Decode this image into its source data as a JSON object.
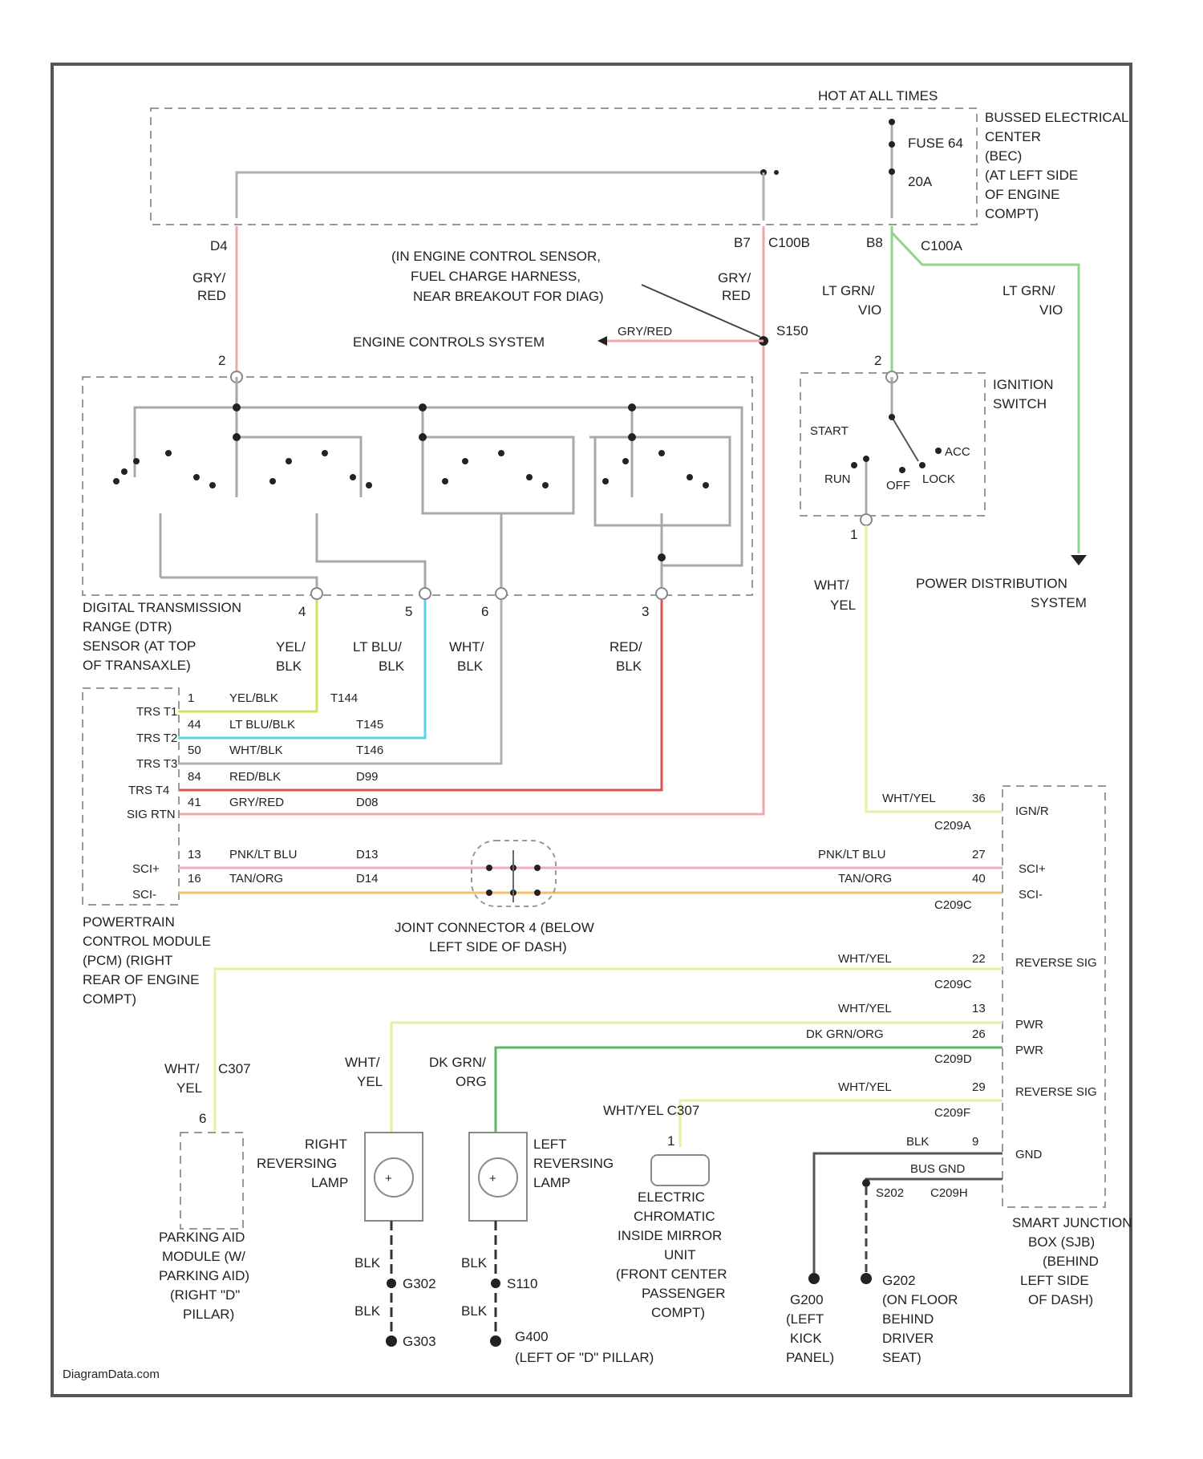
{
  "diagram": {
    "top_note": "HOT AT ALL TIMES",
    "bec_label": [
      "BUSSED ELECTRICAL",
      "CENTER",
      "(BEC)",
      "(AT LEFT SIDE",
      "OF ENGINE",
      "COMPT)"
    ],
    "fuse": "FUSE 64",
    "fuse_amp": "20A",
    "pins": {
      "d4": "D4",
      "b7": "B7",
      "b8": "B8",
      "c100b": "C100B",
      "c100a": "C100A",
      "s150": "S150"
    },
    "splice_note": [
      "(IN ENGINE CONTROL SENSOR,",
      "FUEL CHARGE HARNESS,",
      "NEAR BREAKOUT FOR DIAG)"
    ],
    "engine_controls": "ENGINE CONTROLS SYSTEM",
    "ign_switch": [
      "IGNITION",
      "SWITCH"
    ],
    "ign_positions": [
      "START",
      "RUN",
      "OFF",
      "LOCK",
      "ACC"
    ],
    "power_dist": [
      "POWER DISTRIBUTION",
      "SYSTEM"
    ],
    "dtr_label": [
      "DIGITAL TRANSMISSION",
      "RANGE (DTR)",
      "SENSOR (AT TOP",
      "OF TRANSAXLE)"
    ],
    "pcm_label": [
      "POWERTRAIN",
      "CONTROL MODULE",
      "(PCM) (RIGHT",
      "REAR OF ENGINE",
      "COMPT)"
    ],
    "pcm_pins": [
      {
        "name": "TRS T1",
        "pin": "1",
        "wire": "YEL/BLK",
        "circuit": "T144"
      },
      {
        "name": "TRS T2",
        "pin": "44",
        "wire": "LT BLU/BLK",
        "circuit": "T145"
      },
      {
        "name": "TRS T3",
        "pin": "50",
        "wire": "WHT/BLK",
        "circuit": "T146"
      },
      {
        "name": "TRS T4",
        "pin": "84",
        "wire": "RED/BLK",
        "circuit": "D99"
      },
      {
        "name": "SIG RTN",
        "pin": "41",
        "wire": "GRY/RED",
        "circuit": "D08"
      }
    ],
    "sci": [
      {
        "name": "SCI+",
        "pin": "13",
        "wire": "PNK/LT BLU",
        "circuit": "D13",
        "jpin": "27"
      },
      {
        "name": "SCI-",
        "pin": "16",
        "wire": "TAN/ORG",
        "circuit": "D14",
        "jpin": "40"
      }
    ],
    "joint_label": [
      "JOINT CONNECTOR 4 (BELOW",
      "LEFT SIDE OF DASH)"
    ],
    "wire_labels": {
      "gry_red": [
        "GRY/",
        "RED"
      ],
      "lt_grn_vio": [
        "LT GRN/",
        "VIO"
      ],
      "wht_yel": [
        "WHT/",
        "YEL"
      ],
      "yel_blk": [
        "YEL/",
        "BLK"
      ],
      "lt_blu_blk": [
        "LT BLU/",
        "BLK"
      ],
      "wht_blk": [
        "WHT/",
        "BLK"
      ],
      "red_blk": [
        "RED/",
        "BLK"
      ],
      "dk_grn_org": [
        "DK GRN/",
        "ORG"
      ],
      "gry_red_inline": "GRY/RED",
      "blk": "BLK"
    },
    "sjb_pins": [
      {
        "name": "IGN/R",
        "pin": "36",
        "wire": "WHT/YEL",
        "conn": "C209A"
      },
      {
        "name": "REVERSE SIG",
        "pin": "22",
        "wire": "WHT/YEL",
        "conn": "C209C"
      },
      {
        "name": "PWR",
        "pin": "13",
        "wire": "WHT/YEL",
        "conn": ""
      },
      {
        "name": "PWR",
        "pin": "26",
        "wire": "DK GRN/ORG",
        "conn": "C209D"
      },
      {
        "name": "REVERSE SIG",
        "pin": "29",
        "wire": "WHT/YEL",
        "conn": "C209F"
      },
      {
        "name": "GND",
        "pin": "9",
        "wire": "BLK",
        "conn": ""
      }
    ],
    "sjb_conn_extra": [
      "C209C",
      "C209H"
    ],
    "bus_gnd": "BUS GND",
    "sjb_label": [
      "SMART JUNCTION",
      "BOX (SJB)",
      "(BEHIND",
      "LEFT SIDE",
      "OF DASH)"
    ],
    "wht_yel_c307": "WHT/YEL  C307",
    "parking_aid": [
      "PARKING AID",
      "MODULE (W/",
      "PARKING AID)",
      "(RIGHT \"D\"",
      "PILLAR)"
    ],
    "right_lamp": [
      "RIGHT",
      "REVERSING",
      "LAMP"
    ],
    "left_lamp": [
      "LEFT",
      "REVERSING",
      "LAMP"
    ],
    "mirror": [
      "ELECTRIC",
      "CHROMATIC",
      "INSIDE MIRROR",
      "UNIT",
      "(FRONT CENTER",
      "PASSENGER",
      "COMPT)"
    ],
    "grounds": {
      "g302": "G302",
      "s110": "S110",
      "g303": "G303",
      "g400": "G400",
      "g400_note": "(LEFT OF \"D\" PILLAR)",
      "s202": "S202",
      "g200": [
        "G200",
        "(LEFT",
        "KICK",
        "PANEL)"
      ],
      "g202": [
        "G202",
        "(ON FLOOR",
        "BEHIND",
        "DRIVER",
        "SEAT)"
      ]
    },
    "watermark": "DiagramData.com"
  },
  "colors": {
    "gry_red": "#f0a8a8",
    "red_blk": "#e05050",
    "lt_grn": "#8ed48e",
    "wht_yel": "#e6f0a0",
    "yel_blk": "#d6e060",
    "lt_blu": "#5ed2e6",
    "pnk_blu": "#f1aab8",
    "tan_org": "#f2c068",
    "dk_grn": "#5cb85c",
    "gray": "#b0b0b0",
    "dark": "#333333"
  }
}
